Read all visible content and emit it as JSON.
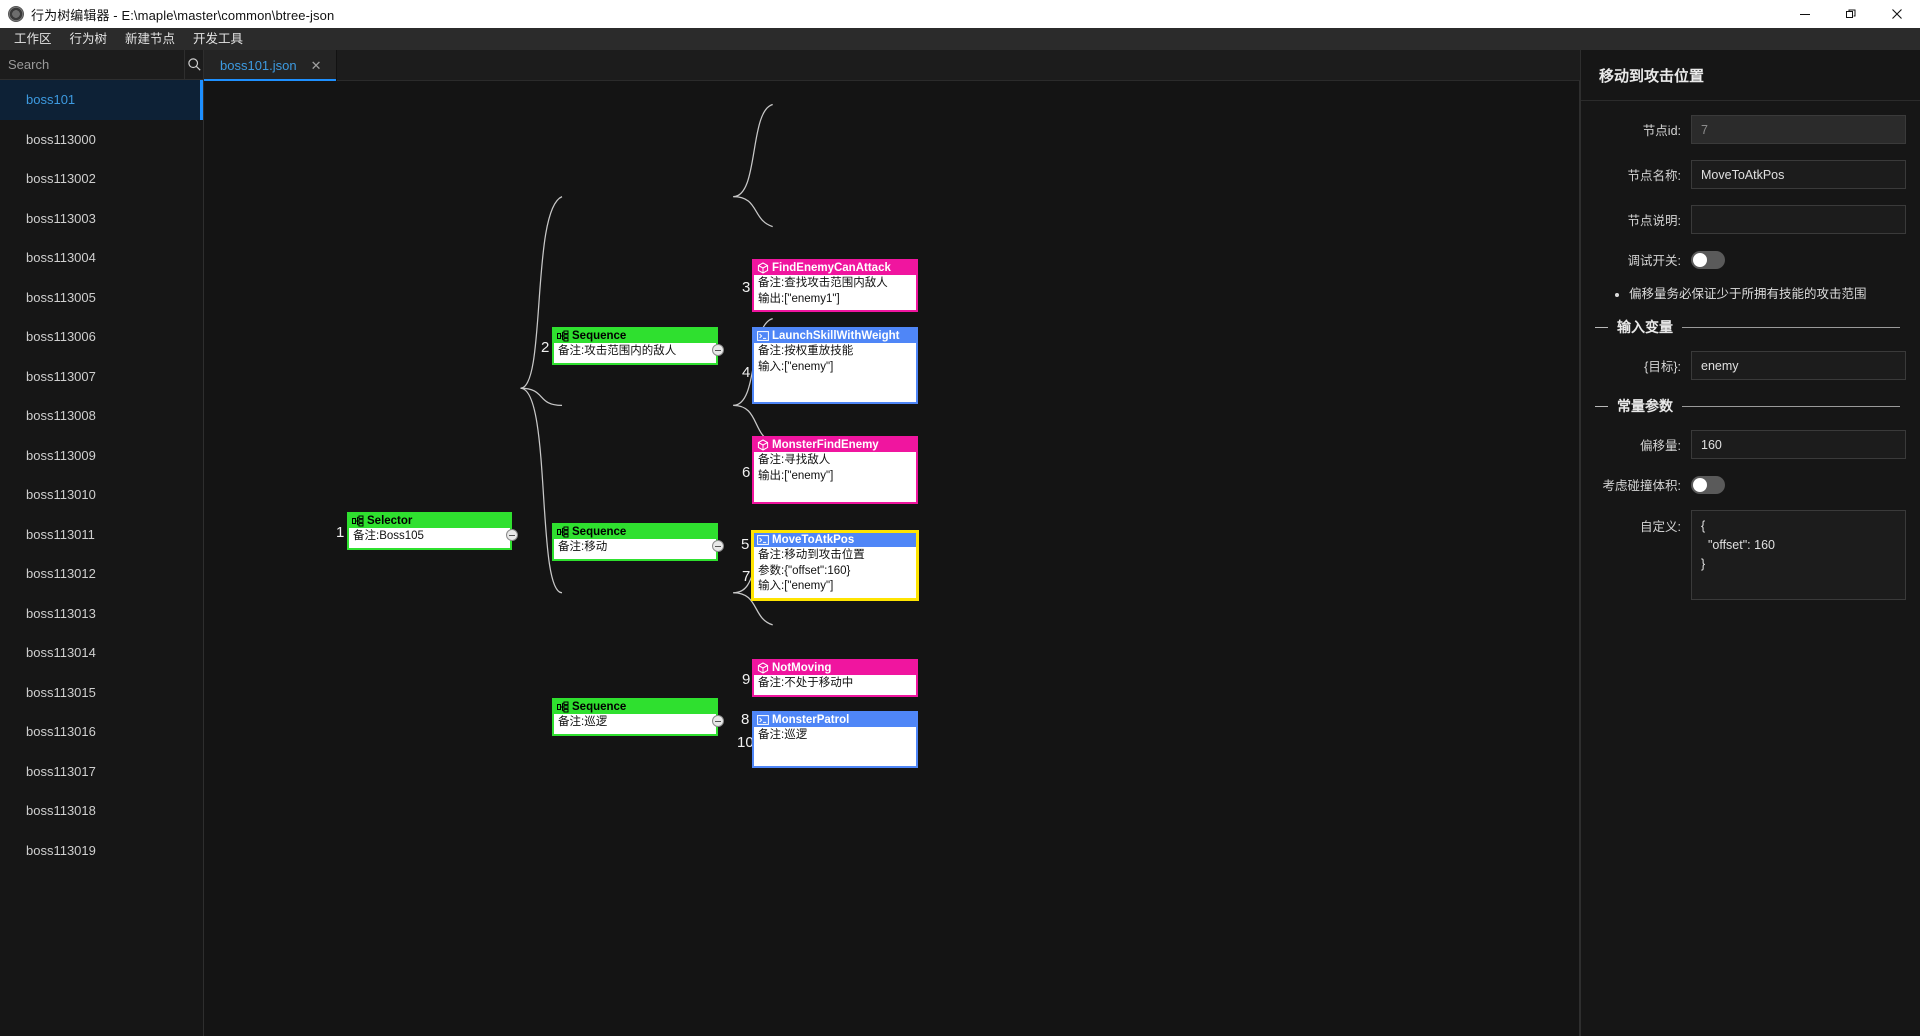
{
  "window": {
    "title": "行为树编辑器 - E:\\maple\\master\\common\\btree-json",
    "app_icon": "app-gear-icon",
    "minimize": "—",
    "maximize": "❐",
    "close": "✕"
  },
  "menubar": {
    "items": [
      {
        "label": "工作区"
      },
      {
        "label": "行为树"
      },
      {
        "label": "新建节点"
      },
      {
        "label": "开发工具"
      }
    ]
  },
  "sidebar": {
    "search": {
      "placeholder": "Search",
      "value": "",
      "icon": "search-icon"
    },
    "files": [
      {
        "label": "boss101",
        "active": true
      },
      {
        "label": "boss113000",
        "active": false
      },
      {
        "label": "boss113002",
        "active": false
      },
      {
        "label": "boss113003",
        "active": false
      },
      {
        "label": "boss113004",
        "active": false
      },
      {
        "label": "boss113005",
        "active": false
      },
      {
        "label": "boss113006",
        "active": false
      },
      {
        "label": "boss113007",
        "active": false
      },
      {
        "label": "boss113008",
        "active": false
      },
      {
        "label": "boss113009",
        "active": false
      },
      {
        "label": "boss113010",
        "active": false
      },
      {
        "label": "boss113011",
        "active": false
      },
      {
        "label": "boss113012",
        "active": false
      },
      {
        "label": "boss113013",
        "active": false
      },
      {
        "label": "boss113014",
        "active": false
      },
      {
        "label": "boss113015",
        "active": false
      },
      {
        "label": "boss113016",
        "active": false
      },
      {
        "label": "boss113017",
        "active": false
      },
      {
        "label": "boss113018",
        "active": false
      },
      {
        "label": "boss113019",
        "active": false
      }
    ]
  },
  "tabs": [
    {
      "label": "boss101.json",
      "close": "✕",
      "active": true
    }
  ],
  "tree": {
    "nodes": [
      {
        "index": "1",
        "title": "Selector",
        "kind": "composite",
        "icon": "tree-branch-icon",
        "lines": [
          "备注:Boss105"
        ]
      },
      {
        "index": "2",
        "title": "Sequence",
        "kind": "composite",
        "icon": "tree-branch-icon",
        "lines": [
          "备注:攻击范围内的敌人"
        ]
      },
      {
        "index": "3",
        "title": "FindEnemyCanAttack",
        "kind": "condition",
        "icon": "cube-icon",
        "lines": [
          "备注:查找攻击范围内敌人",
          "输出:[\"enemy1\"]"
        ]
      },
      {
        "index": "4",
        "title": "LaunchSkillWithWeight",
        "kind": "action",
        "icon": "console-icon",
        "lines": [
          "备注:按权重放技能",
          "输入:[\"enemy\"]"
        ]
      },
      {
        "index": "5",
        "title": "Sequence",
        "kind": "composite",
        "icon": "tree-branch-icon",
        "lines": [
          "备注:移动"
        ]
      },
      {
        "index": "6",
        "title": "MonsterFindEnemy",
        "kind": "condition",
        "icon": "cube-icon",
        "lines": [
          "备注:寻找敌人",
          "输出:[\"enemy\"]"
        ]
      },
      {
        "index": "7",
        "title": "MoveToAtkPos",
        "kind": "action",
        "icon": "console-icon",
        "lines": [
          "备注:移动到攻击位置",
          "参数:{\"offset\":160}",
          "输入:[\"enemy\"]"
        ],
        "selected": true
      },
      {
        "index": "8",
        "title": "Sequence",
        "kind": "composite",
        "icon": "tree-branch-icon",
        "lines": [
          "备注:巡逻"
        ]
      },
      {
        "index": "9",
        "title": "NotMoving",
        "kind": "condition",
        "icon": "cube-icon",
        "lines": [
          "备注:不处于移动中"
        ]
      },
      {
        "index": "10",
        "title": "MonsterPatrol",
        "kind": "action",
        "icon": "console-icon",
        "lines": [
          "备注:巡逻"
        ]
      }
    ]
  },
  "inspector": {
    "title": "移动到攻击位置",
    "fields": {
      "node_id_label": "节点id:",
      "node_id_value": "7",
      "node_name_label": "节点名称:",
      "node_name_value": "MoveToAtkPos",
      "node_desc_label": "节点说明:",
      "node_desc_value": "",
      "debug_label": "调试开关:",
      "debug_on": false
    },
    "notes": [
      "偏移量务必保证少于所拥有技能的攻击范围"
    ],
    "input_section": {
      "title": "输入变量",
      "rows": [
        {
          "label": "{目标}:",
          "value": "enemy"
        }
      ]
    },
    "const_section": {
      "title": "常量参数",
      "rows": [
        {
          "label": "偏移量:",
          "value": "160"
        }
      ],
      "collision_label": "考虑碰撞体积:",
      "collision_on": false,
      "custom_label": "自定义:",
      "custom_value": "{\n  \"offset\": 160\n}"
    }
  },
  "colors": {
    "composite": "#2fe02f",
    "condition": "#f0159f",
    "action": "#4f86f7",
    "selected": "#ffe400",
    "accent": "#1e90ff"
  }
}
